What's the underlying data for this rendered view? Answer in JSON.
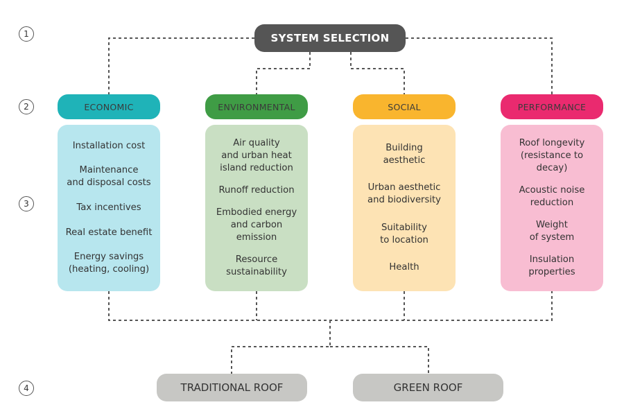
{
  "steps": [
    "1",
    "2",
    "3",
    "4"
  ],
  "top_node": {
    "label": "SYSTEM SELECTION",
    "color": "#555555"
  },
  "categories": [
    {
      "header": "ECONOMIC",
      "header_color": "#1fb3b8",
      "body_color": "#b7e6ee",
      "items": [
        "Installation cost",
        "Maintenance\nand disposal costs",
        "Tax incentives",
        "Real estate benefit",
        "Energy savings\n(heating, cooling)"
      ]
    },
    {
      "header": "ENVIRONMENTAL",
      "header_color": "#3f9c45",
      "body_color": "#c9dfc3",
      "items": [
        "Air quality\nand urban heat\nisland reduction",
        "Runoff reduction",
        "Embodied energy\nand carbon emission",
        "Resource\nsustainability"
      ]
    },
    {
      "header": "SOCIAL",
      "header_color": "#f9b52e",
      "body_color": "#fde3b4",
      "items": [
        "Building\naesthetic",
        "Urban aesthetic\nand biodiversity",
        "Suitability\nto location",
        "Health"
      ]
    },
    {
      "header": "PERFORMANCE",
      "header_color": "#ea2a6f",
      "body_color": "#f8bdd2",
      "items": [
        "Roof longevity\n(resistance to decay)",
        "Acoustic noise\nreduction",
        "Weight\nof system",
        "Insulation\nproperties"
      ]
    }
  ],
  "outcomes": [
    {
      "label": "TRADITIONAL ROOF"
    },
    {
      "label": "GREEN ROOF"
    }
  ],
  "connector_color": "#555555"
}
